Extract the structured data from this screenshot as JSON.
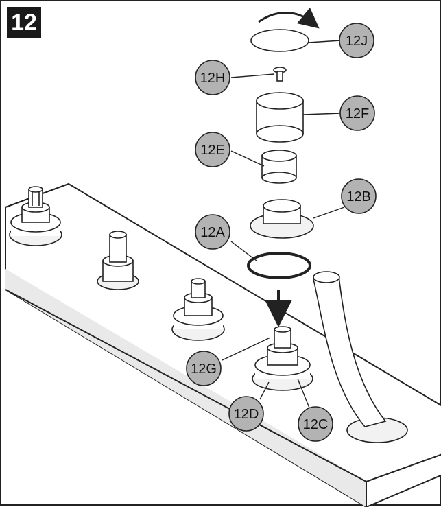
{
  "step": {
    "number": "12"
  },
  "callouts": {
    "c12J": "12J",
    "c12H": "12H",
    "c12F": "12F",
    "c12E": "12E",
    "c12B": "12B",
    "c12A": "12A",
    "c12G": "12G",
    "c12D": "12D",
    "c12C": "12C"
  },
  "colors": {
    "badge": "#1a1a1a",
    "callout_fill": "#b3b3b3",
    "line": "#222222",
    "deck_top": "#ffffff",
    "deck_side": "#e6e6e6"
  },
  "icons": {
    "rotation": "curved-arrow-icon",
    "insert": "down-arrow-icon"
  }
}
